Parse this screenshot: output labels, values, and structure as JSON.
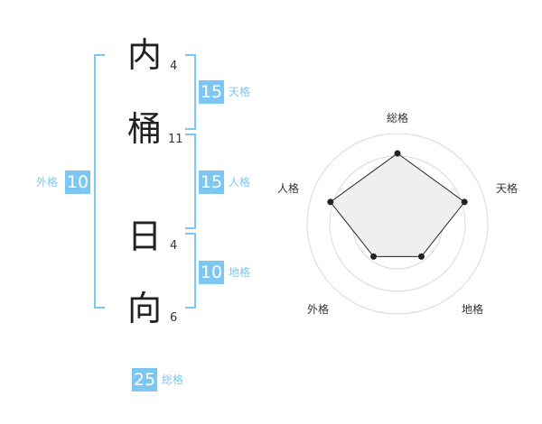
{
  "name_chars": [
    {
      "char": "内",
      "strokes": "4"
    },
    {
      "char": "桶",
      "strokes": "11"
    },
    {
      "char": "日",
      "strokes": "4"
    },
    {
      "char": "向",
      "strokes": "6"
    }
  ],
  "kakaku": {
    "tenkaku": {
      "value": "15",
      "label": "天格"
    },
    "jinkaku": {
      "value": "15",
      "label": "人格"
    },
    "chikaku": {
      "value": "10",
      "label": "地格"
    },
    "gaikaku": {
      "value": "10",
      "label": "外格"
    },
    "soukaku": {
      "value": "25",
      "label": "総格"
    }
  },
  "colors": {
    "accent": "#7cc6f2",
    "radar_fill": "#efefef",
    "radar_grid": "#d9d9d9"
  },
  "chart_data": {
    "type": "radar",
    "axes": [
      "総格",
      "天格",
      "地格",
      "外格",
      "人格"
    ],
    "values": [
      0.78,
      0.78,
      0.45,
      0.45,
      0.78
    ],
    "rings": 4
  }
}
